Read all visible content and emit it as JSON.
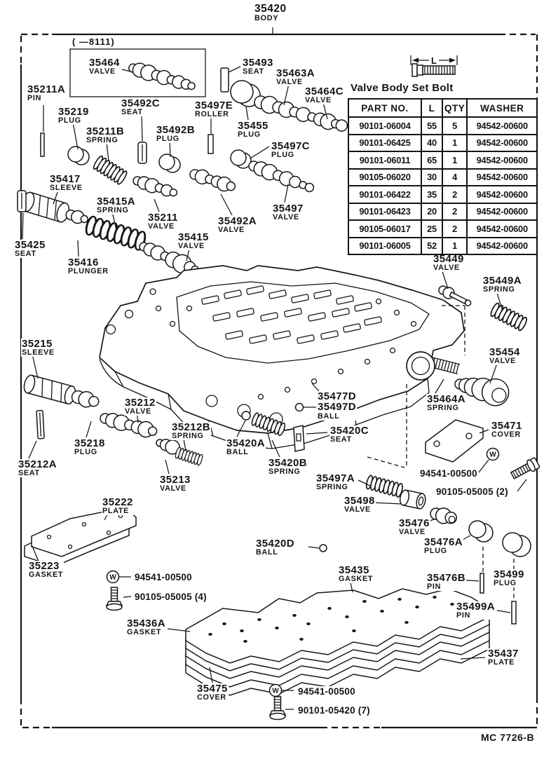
{
  "title": {
    "num": "35420",
    "sub": "BODY"
  },
  "variant_note": "( —8111)",
  "bolt_table": {
    "heading": "Valve Body Set Bolt",
    "dim": "L",
    "columns": [
      "PART NO.",
      "L",
      "QTY",
      "WASHER"
    ],
    "rows": [
      {
        "part": "90101-06004",
        "l": "55",
        "qty": "5",
        "washer": "94542-00600"
      },
      {
        "part": "90101-06425",
        "l": "40",
        "qty": "1",
        "washer": "94542-00600"
      },
      {
        "part": "90101-06011",
        "l": "65",
        "qty": "1",
        "washer": "94542-00600"
      },
      {
        "part": "90105-06020",
        "l": "30",
        "qty": "4",
        "washer": "94542-00600"
      },
      {
        "part": "90101-06422",
        "l": "35",
        "qty": "2",
        "washer": "94542-00600"
      },
      {
        "part": "90101-06423",
        "l": "20",
        "qty": "2",
        "washer": "94542-00600"
      },
      {
        "part": "90105-06017",
        "l": "25",
        "qty": "2",
        "washer": "94542-00600"
      },
      {
        "part": "90101-06005",
        "l": "52",
        "qty": "1",
        "washer": "94542-00600"
      }
    ]
  },
  "callouts": {
    "a35464": {
      "num": "35464",
      "sub": "VALVE"
    },
    "a35211a": {
      "num": "35211A",
      "sub": "PIN"
    },
    "a35219": {
      "num": "35219",
      "sub": "PLUG"
    },
    "a35211b": {
      "num": "35211B",
      "sub": "SPRING"
    },
    "a35492c": {
      "num": "35492C",
      "sub": "SEAT"
    },
    "a35497e": {
      "num": "35497E",
      "sub": "ROLLER"
    },
    "a35492b": {
      "num": "35492B",
      "sub": "PLUG"
    },
    "a35493": {
      "num": "35493",
      "sub": "SEAT"
    },
    "a35463a": {
      "num": "35463A",
      "sub": "VALVE"
    },
    "a35464c": {
      "num": "35464C",
      "sub": "VALVE"
    },
    "a35455": {
      "num": "35455",
      "sub": "PLUG"
    },
    "a35497c": {
      "num": "35497C",
      "sub": "PLUG"
    },
    "a35417": {
      "num": "35417",
      "sub": "SLEEVE"
    },
    "a35415a": {
      "num": "35415A",
      "sub": "SPRING"
    },
    "a35211": {
      "num": "35211",
      "sub": "VALVE"
    },
    "a35492a": {
      "num": "35492A",
      "sub": "VALVE"
    },
    "a35497": {
      "num": "35497",
      "sub": "VALVE"
    },
    "a35425": {
      "num": "35425",
      "sub": "SEAT"
    },
    "a35416": {
      "num": "35416",
      "sub": "PLUNGER"
    },
    "a35415": {
      "num": "35415",
      "sub": "VALVE"
    },
    "a35449": {
      "num": "35449",
      "sub": "VALVE"
    },
    "a35449a": {
      "num": "35449A",
      "sub": "SPRING"
    },
    "a35454": {
      "num": "35454",
      "sub": "VALVE"
    },
    "a35464a": {
      "num": "35464A",
      "sub": "SPRING"
    },
    "a35215": {
      "num": "35215",
      "sub": "SLEEVE"
    },
    "a35212": {
      "num": "35212",
      "sub": "VALVE"
    },
    "a35477d": {
      "num": "35477D",
      "num2": "35497D",
      "sub": "BALL"
    },
    "a35420c": {
      "num": "35420C",
      "sub": "SEAT"
    },
    "a35212b": {
      "num": "35212B",
      "sub": "SPRING"
    },
    "a35420a": {
      "num": "35420A",
      "sub": "BALL"
    },
    "a35420b": {
      "num": "35420B",
      "sub": "SPRING"
    },
    "a35218": {
      "num": "35218",
      "sub": "PLUG"
    },
    "a35212a": {
      "num": "35212A",
      "sub": "SEAT"
    },
    "a35213": {
      "num": "35213",
      "sub": "VALVE"
    },
    "a35471": {
      "num": "35471",
      "sub": "COVER"
    },
    "a35497a": {
      "num": "35497A",
      "sub": "SPRING"
    },
    "a35498": {
      "num": "35498",
      "sub": "VALVE"
    },
    "a35476": {
      "num": "35476",
      "sub": "VALVE"
    },
    "a35476a": {
      "num": "35476A",
      "sub": "PLUG"
    },
    "a35222": {
      "num": "35222",
      "sub": "PLATE"
    },
    "a35223": {
      "num": "35223",
      "sub": "GASKET"
    },
    "a35420d": {
      "num": "35420D",
      "sub": "BALL"
    },
    "a35435": {
      "num": "35435",
      "sub": "GASKET"
    },
    "a35476b": {
      "num": "35476B",
      "sub": "PIN"
    },
    "a35499": {
      "num": "35499",
      "sub": "PLUG"
    },
    "a35499a": {
      "num": "35499A",
      "sub": "PIN"
    },
    "a35436a": {
      "num": "35436A",
      "sub": "GASKET"
    },
    "a35437": {
      "num": "35437",
      "sub": "PLATE"
    },
    "a35475": {
      "num": "35475",
      "sub": "COVER"
    }
  },
  "hardware": {
    "w_mark": "W",
    "washer_r": "94541-00500",
    "bolt_r": "90105-05005 (2)",
    "washer_l": "94541-00500",
    "bolt_l": "90105-05005 (4)",
    "washer_b": "94541-00500",
    "bolt_b": "90101-05420 (7)"
  },
  "footer": {
    "code": "MC 7726-B"
  }
}
